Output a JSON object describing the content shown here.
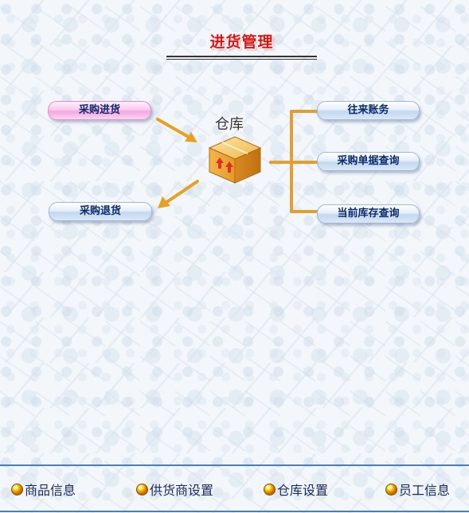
{
  "header": {
    "title": "进货管理"
  },
  "center": {
    "label": "仓库",
    "icon": "box-icon"
  },
  "left_buttons": [
    {
      "label": "采购进货",
      "style": "pink"
    },
    {
      "label": "采购退货",
      "style": "blue"
    }
  ],
  "right_buttons": [
    {
      "label": "往来账务"
    },
    {
      "label": "采购单据查询"
    },
    {
      "label": "当前库存查询"
    }
  ],
  "footer_nav": [
    {
      "label": "商品信息"
    },
    {
      "label": "供货商设置"
    },
    {
      "label": "仓库设置"
    },
    {
      "label": "员工信息"
    }
  ],
  "colors": {
    "title_red": "#e01010",
    "arrow_orange": "#e8a020",
    "bar_blue": "#4a7fb5"
  }
}
